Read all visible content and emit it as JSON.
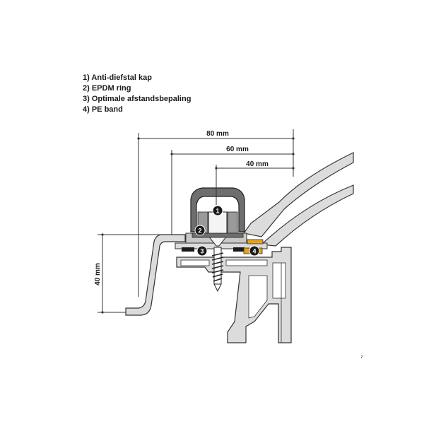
{
  "legend": [
    "1) Anti-diefstal kap",
    "2) EPDM ring",
    "3) Optimale afstandsbepaling",
    "4) PE band"
  ],
  "dimensions": {
    "d80": "80 mm",
    "d60": "60 mm",
    "d40": "40 mm",
    "d40_vertical": "40 mm"
  },
  "markers": [
    "1",
    "2",
    "3",
    "4"
  ],
  "corner_mark": "ˀ",
  "colors": {
    "profile_fill": "#dcdcdc",
    "profile_stroke": "#333333",
    "cap_fill": "#6e6e6e",
    "dark": "#1a1a1a",
    "pe_band": "#e8a21a"
  }
}
